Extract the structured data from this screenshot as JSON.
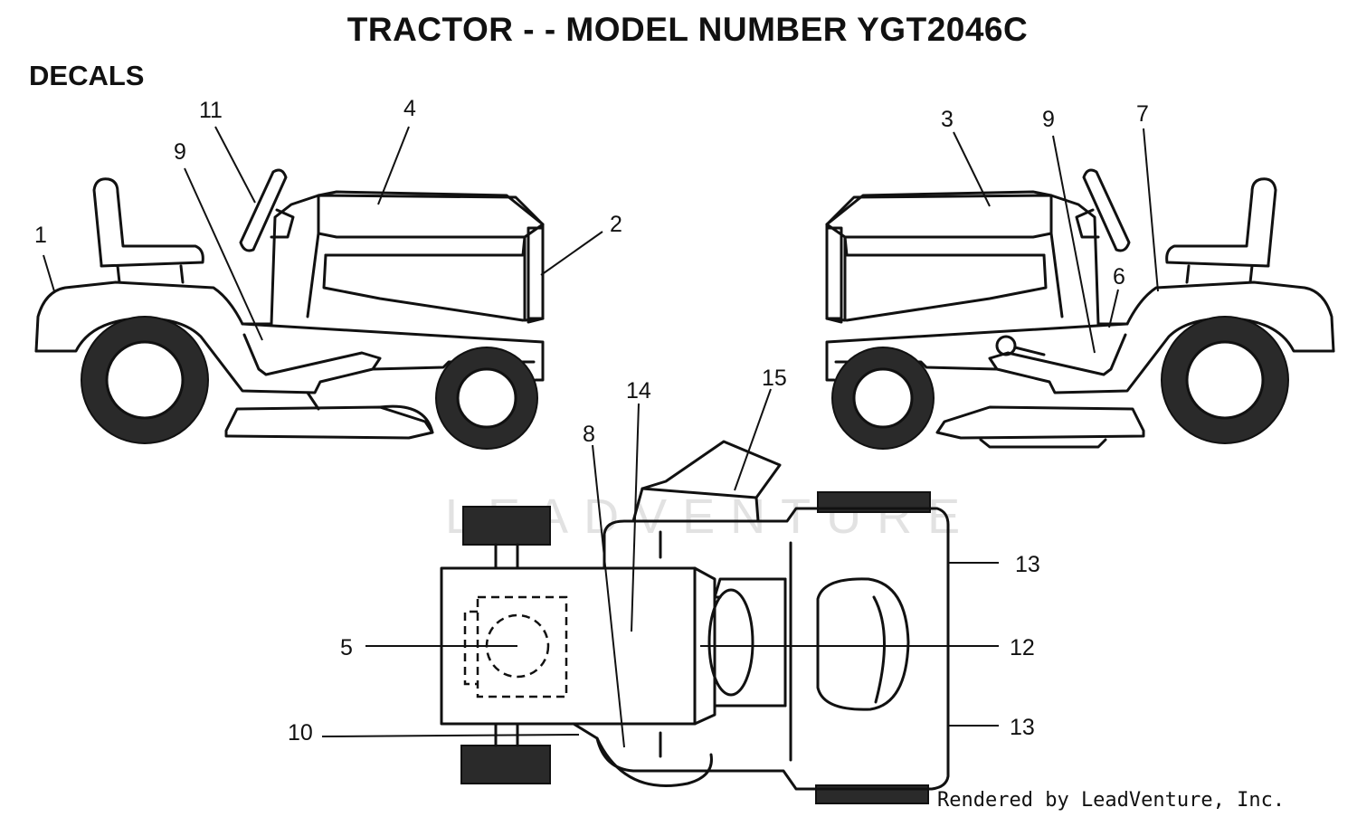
{
  "title": "TRACTOR - - MODEL NUMBER YGT2046C",
  "section": "DECALS",
  "credit": "Rendered by LeadVenture, Inc.",
  "watermark": "LEADVENTURE",
  "callouts": [
    "1",
    "2",
    "3",
    "4",
    "5",
    "6",
    "7",
    "8",
    "9",
    "9",
    "10",
    "11",
    "12",
    "13",
    "13",
    "14",
    "15"
  ],
  "colors": {
    "ink": "#111111",
    "tire": "#2a2a2a",
    "watermark": "#e2e2e2"
  }
}
